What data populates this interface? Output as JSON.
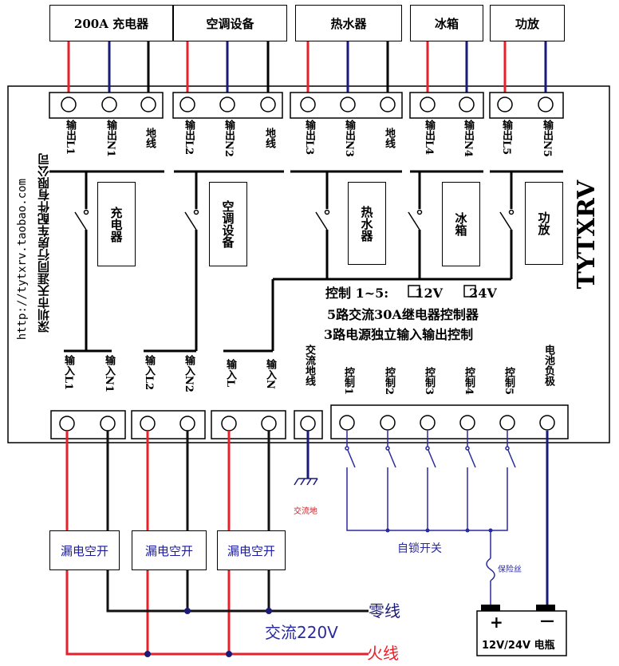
{
  "loads": [
    {
      "label": "200A 充电器"
    },
    {
      "label": "空调设备"
    },
    {
      "label": "热水器"
    },
    {
      "label": "冰箱"
    },
    {
      "label": "功放"
    }
  ],
  "output_terminals": [
    "输出L1",
    "输出N1",
    "地线",
    "输出L2",
    "输出N2",
    "地线",
    "输出L3",
    "输出N3",
    "地线",
    "输出L4",
    "输出N4",
    "输出L5",
    "输出N5"
  ],
  "relays": [
    "充电器",
    "空调设备",
    "热水器",
    "冰箱",
    "功放"
  ],
  "company": {
    "url": "http://tytxrv.taobao.com",
    "name": "深圳市天涯同行房车配件有限公司",
    "brand": "TYTXRV"
  },
  "control_info": {
    "line1_prefix": "控制 1~5:",
    "opt_12v": "12V",
    "opt_24v": "24V",
    "line2": "5路交流30A继电器控制器",
    "line3": "3路电源独立输入输出控制"
  },
  "input_terminals": [
    "输入L1",
    "输入N1",
    "输入L2",
    "输入N2",
    "输入L",
    "输入N"
  ],
  "ground_terminal": "交流地线",
  "control_terminals": [
    "控制1",
    "控制2",
    "控制3",
    "控制4",
    "控制5",
    "电池负极"
  ],
  "ac_ground_label": "交流地",
  "breakers": [
    "漏电空开",
    "漏电空开",
    "漏电空开"
  ],
  "self_lock_label": "自锁开关",
  "fuse_label": "保险丝",
  "battery": {
    "plus": "+",
    "minus": "—",
    "label": "12V/24V 电瓶"
  },
  "neutral_label": "零线",
  "ac_label": "交流220V",
  "live_label": "火线",
  "colors": {
    "live": "#e8202a",
    "neutral": "#1a1a7a",
    "ground": "#000000",
    "ctrl": "#2a2aa0"
  }
}
